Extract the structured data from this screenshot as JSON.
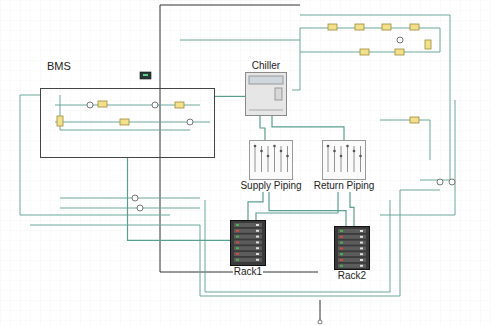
{
  "diagram": {
    "nodes": [
      {
        "text": [
          "BMS"
        ]
      },
      {
        "text": [
          "Chiller"
        ]
      },
      {
        "text": [
          "Supply Piping"
        ]
      },
      {
        "text": [
          "Return Piping"
        ]
      },
      {
        "text": [
          "Rack1"
        ]
      },
      {
        "text": [
          "Rack2"
        ]
      }
    ],
    "edges": [
      {
        "from": 0,
        "to": 1,
        "arrow": "none"
      },
      {
        "from": 1,
        "to": 2,
        "arrow": "none"
      },
      {
        "from": 1,
        "to": 3,
        "arrow": "none"
      },
      {
        "from": 2,
        "to": 4,
        "arrow": "none"
      },
      {
        "from": 2,
        "to": 5,
        "arrow": "none"
      },
      {
        "from": 3,
        "to": 4,
        "arrow": "none"
      },
      {
        "from": 3,
        "to": 5,
        "arrow": "none"
      },
      {
        "from": 0,
        "to": 4,
        "arrow": "none"
      }
    ]
  }
}
